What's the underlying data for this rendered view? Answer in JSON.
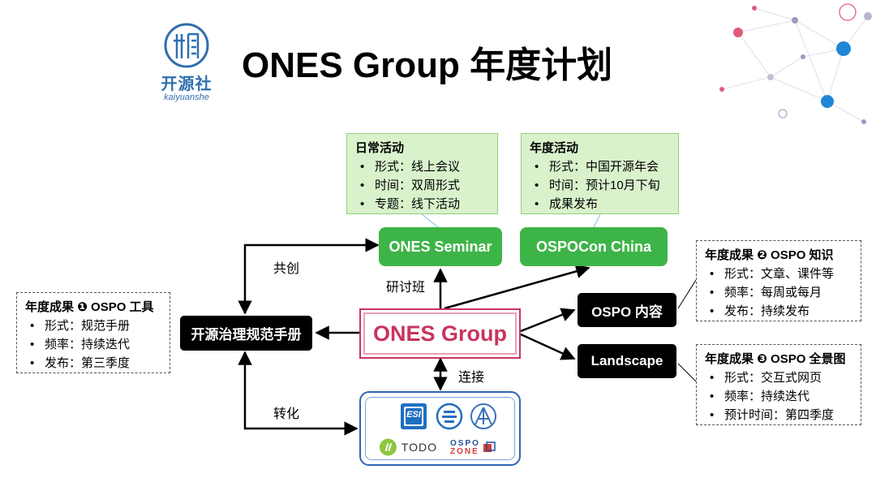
{
  "title": "ONES Group 年度计划",
  "logo": {
    "zh": "开源社",
    "en": "kaiyuanshe"
  },
  "daily": {
    "heading": "日常活动",
    "items": [
      "形式：线上会议",
      "时间：双周形式",
      "专题：线下活动"
    ]
  },
  "annual": {
    "heading": "年度活动",
    "items": [
      "形式：中国开源年会",
      "时间：预计10月下旬",
      "成果发布"
    ]
  },
  "outcome1": {
    "heading": "年度成果 ❶ OSPO 工具",
    "items": [
      "形式：规范手册",
      "频率：持续迭代",
      "发布：第三季度"
    ]
  },
  "outcome2": {
    "heading": "年度成果 ❷ OSPO 知识",
    "items": [
      "形式：文章、课件等",
      "频率：每周或每月",
      "发布：持续发布"
    ]
  },
  "outcome3": {
    "heading": "年度成果 ❸ OSPO 全景图",
    "items": [
      "形式：交互式网页",
      "频率：持续迭代",
      "预计时间：第四季度"
    ]
  },
  "nodes": {
    "seminar": "ONES Seminar",
    "ospocon": "OSPOCon China",
    "center": "ONES Group",
    "handbook": "开源治理规范手册",
    "ospo_content": "OSPO 内容",
    "landscape": "Landscape"
  },
  "labels": {
    "cocreate": "共创",
    "workshop": "研讨班",
    "connect": "连接",
    "transform": "转化"
  },
  "partners": {
    "esi": "ESI",
    "todo": "TODO",
    "ospo_zone": [
      "OSPO",
      "ZONE"
    ]
  },
  "colors": {
    "green": "#3db447",
    "center_border": "#c8345e",
    "partner_border": "#2d65b5"
  }
}
